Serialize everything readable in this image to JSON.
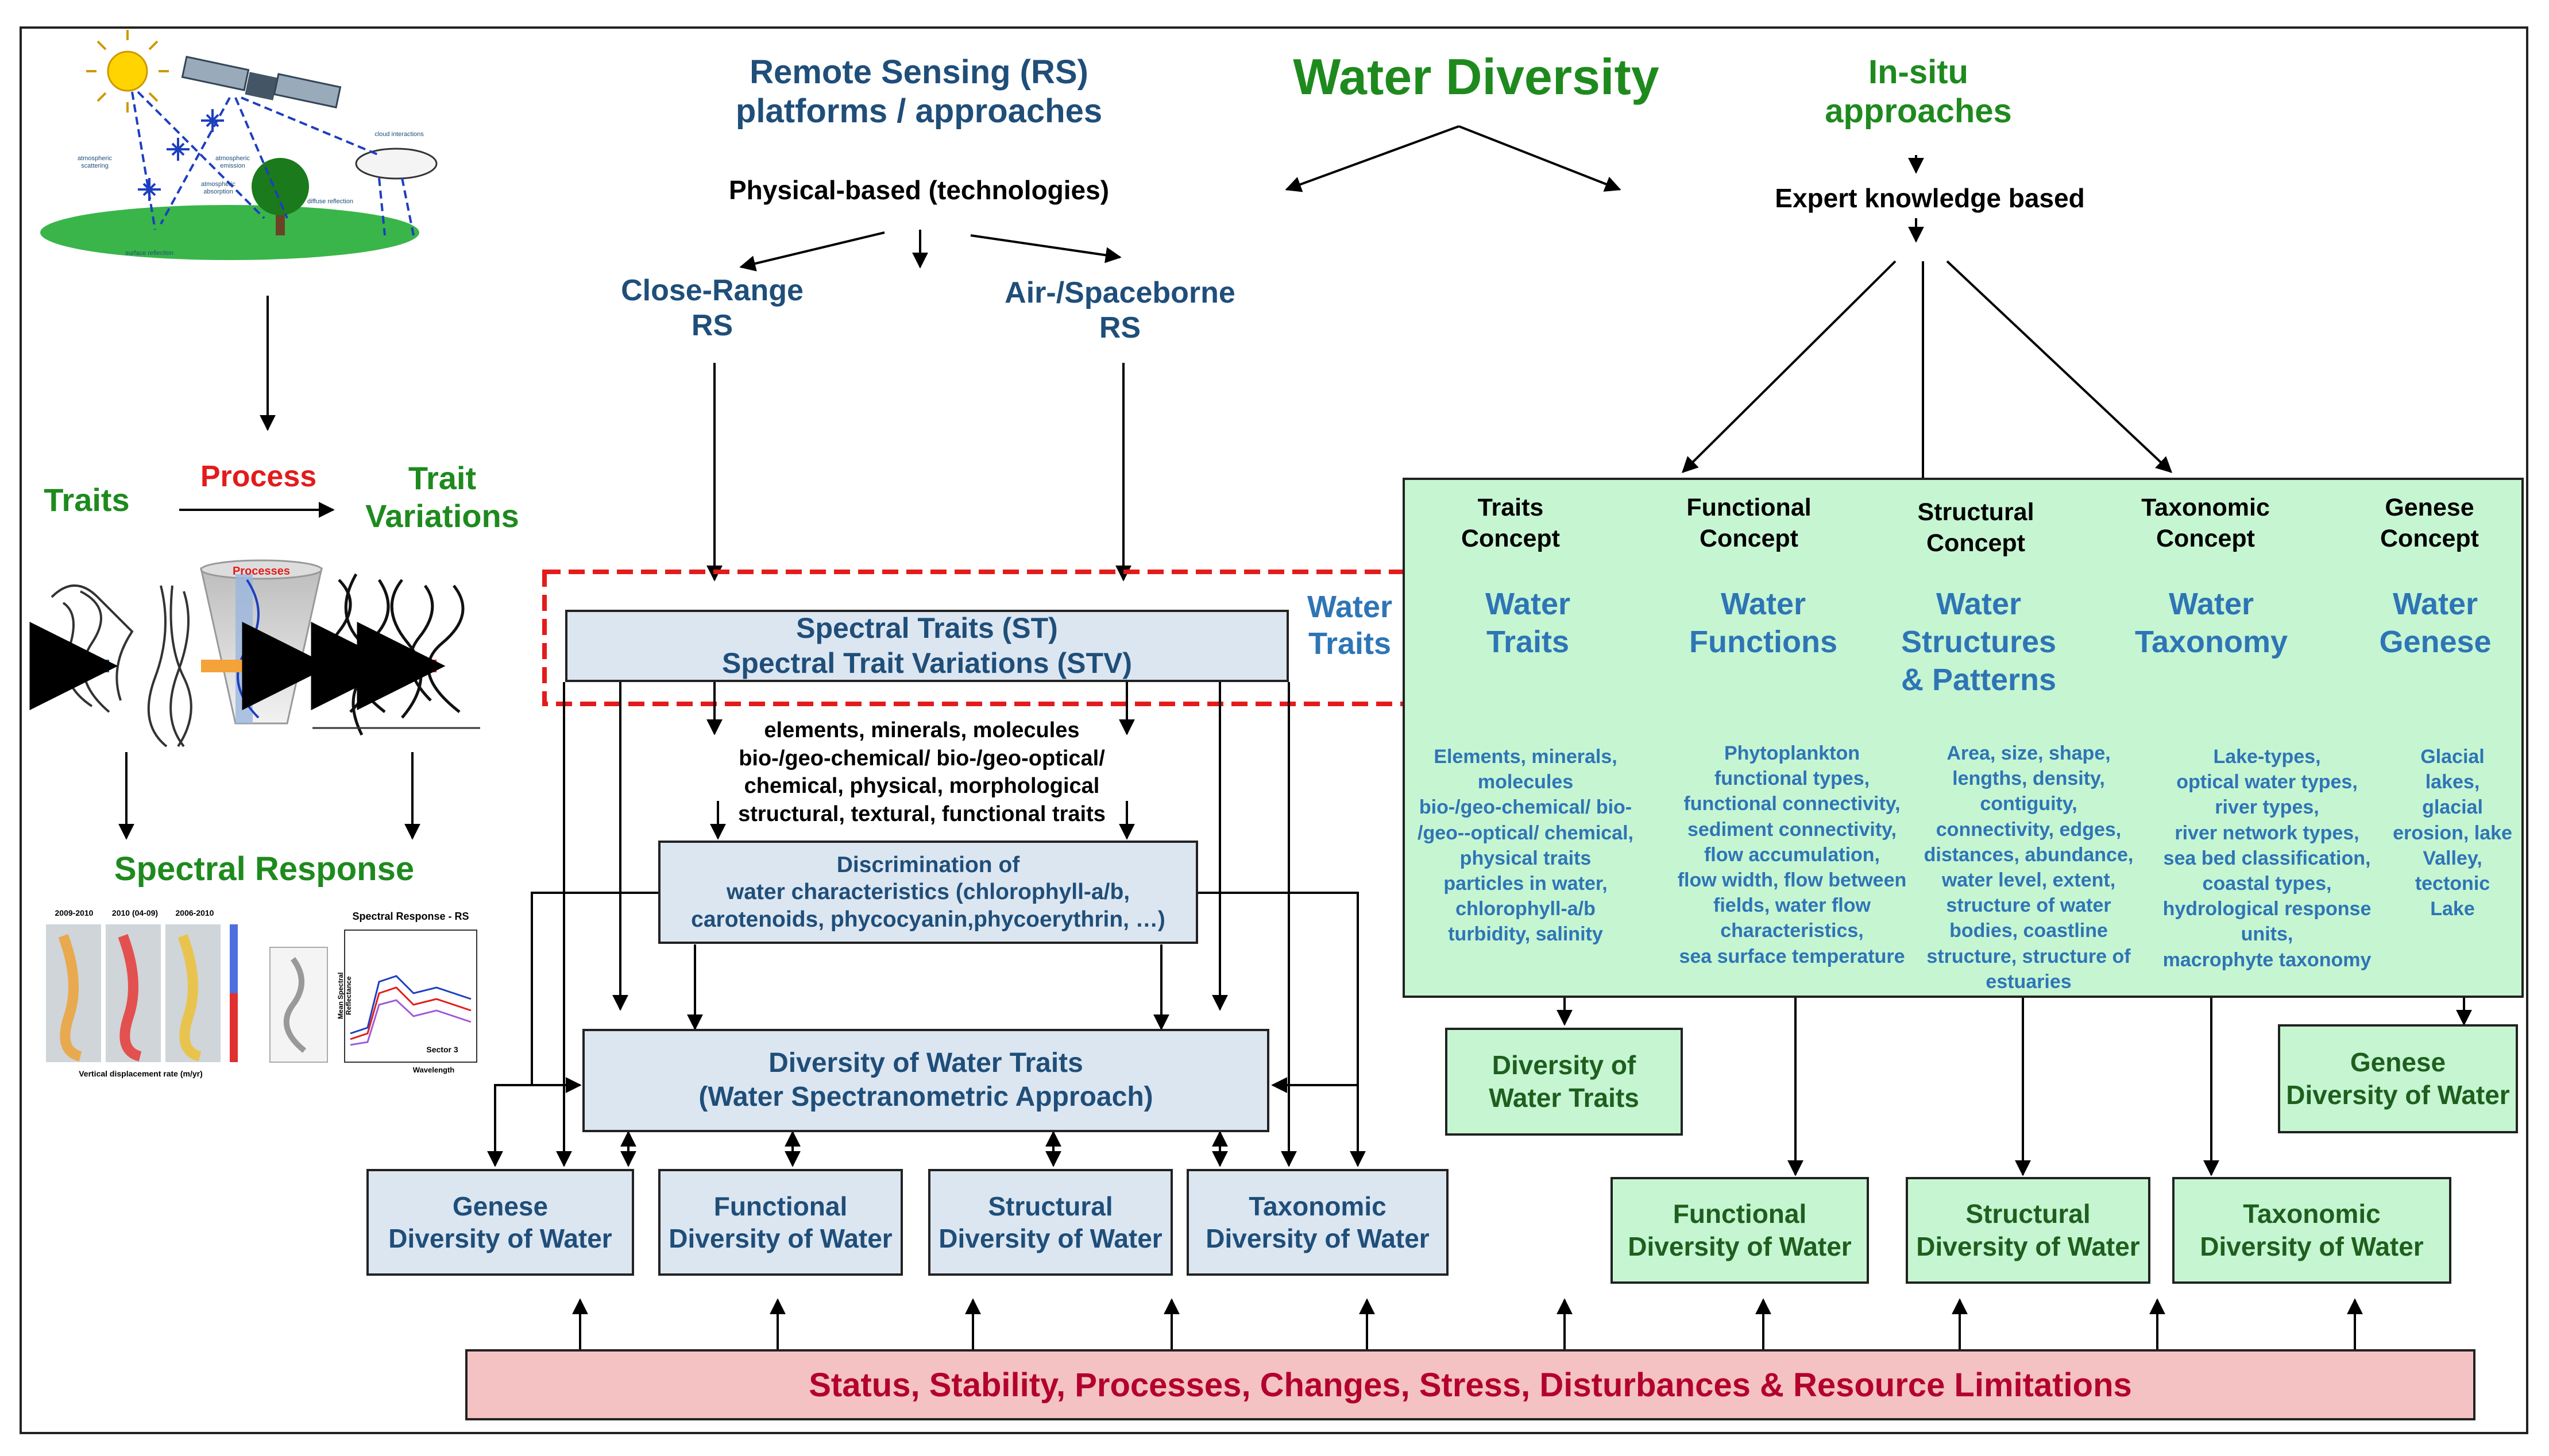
{
  "title": "Water Diversity",
  "rs_header": "Remote Sensing (RS)\nplatforms / approaches",
  "insitu_header": "In-situ\napproaches",
  "physical_based": "Physical-based (technologies)",
  "expert_based": "Expert knowledge based",
  "close_range": "Close-Range\nRS",
  "airborne": "Air-/Spaceborne\nRS",
  "left": {
    "traits": "Traits",
    "process": "Process",
    "trait_variations": "Trait\nVariations",
    "processes_label": "Processes",
    "spectral_response": "Spectral Response",
    "map_labels": [
      "2009-2010",
      "2010 (04-09)",
      "2006-2010"
    ],
    "map_axis_label": "Vertical displacement rate (m/yr)",
    "chart_title": "Spectral Response - RS",
    "chart_xlabel": "Wavelength",
    "chart_ylabel": "Mean Spectral Reflectance",
    "chart_sector": "Sector 3",
    "diagram_labels": [
      "atmospheric scattering",
      "atmospheric emission",
      "atmospheric absorption",
      "cloud interactions",
      "diffuse reflection",
      "surface reflection"
    ]
  },
  "st_box": "Spectral Traits (ST)\nSpectral Trait Variations (STV)",
  "water_traits_side": "Water\nTraits",
  "trait_list": "elements, minerals, molecules\nbio-/geo-chemical/ bio-/geo-optical/\nchemical, physical, morphological\nstructural, textural, functional traits",
  "discrimination": "Discrimination of\nwater characteristics (chlorophyll-a/b,\ncarotenoids, phycocyanin,phycoerythrin, …)",
  "diversity_traits": "Diversity of Water Traits\n(Water Spectranometric Approach)",
  "rs_outputs": [
    "Genese\nDiversity of Water",
    "Functional\nDiversity of Water",
    "Structural\nDiversity of Water",
    "Taxonomic\nDiversity of Water"
  ],
  "concepts": [
    {
      "concept": "Traits\nConcept",
      "water": "Water\nTraits",
      "details": "Elements, minerals,\nmolecules\nbio-/geo-chemical/ bio-\n/geo--optical/ chemical,\nphysical traits\nparticles in water,\nchlorophyll-a/b\nturbidity, salinity"
    },
    {
      "concept": "Functional\nConcept",
      "water": "Water\nFunctions",
      "details": "Phytoplankton\nfunctional types,\nfunctional connectivity,\nsediment connectivity,\nflow accumulation,\nflow width, flow between\nfields, water flow\ncharacteristics,\nsea surface temperature"
    },
    {
      "concept": "Structural\nConcept",
      "water": "Water\nStructures\n& Patterns",
      "details": "Area, size, shape,\nlengths, density,\ncontiguity,\nconnectivity, edges,\ndistances, abundance,\nwater level, extent,\nstructure of water\nbodies, coastline\nstructure, structure of\nestuaries"
    },
    {
      "concept": "Taxonomic\nConcept",
      "water": "Water\nTaxonomy",
      "details": "Lake-types,\noptical water types,\nriver types,\nriver network types,\nsea bed classification,\ncoastal types,\nhydrological response\nunits,\nmacrophyte taxonomy"
    },
    {
      "concept": "Genese\nConcept",
      "water": "Water\nGenese",
      "details": "Glacial\nlakes,\nglacial\nerosion, lake\nValley,\ntectonic\nLake"
    }
  ],
  "insitu_outputs": {
    "traits": "Diversity of\nWater Traits",
    "genese": "Genese\nDiversity of Water",
    "functional": "Functional\nDiversity of Water",
    "structural": "Structural\nDiversity of Water",
    "taxonomic": "Taxonomic\nDiversity of Water"
  },
  "bottom_bar": "Status, Stability, Processes, Changes, Stress, Disturbances & Resource Limitations",
  "colors": {
    "navy": "#1f4e79",
    "blue": "#2e75b6",
    "green": "#1e8a1e",
    "red": "#e31b1b",
    "box_blue": "#dce6f1",
    "box_green": "#c6f5d2",
    "bar": "#f4c2c2",
    "bar_text": "#b3002d"
  }
}
